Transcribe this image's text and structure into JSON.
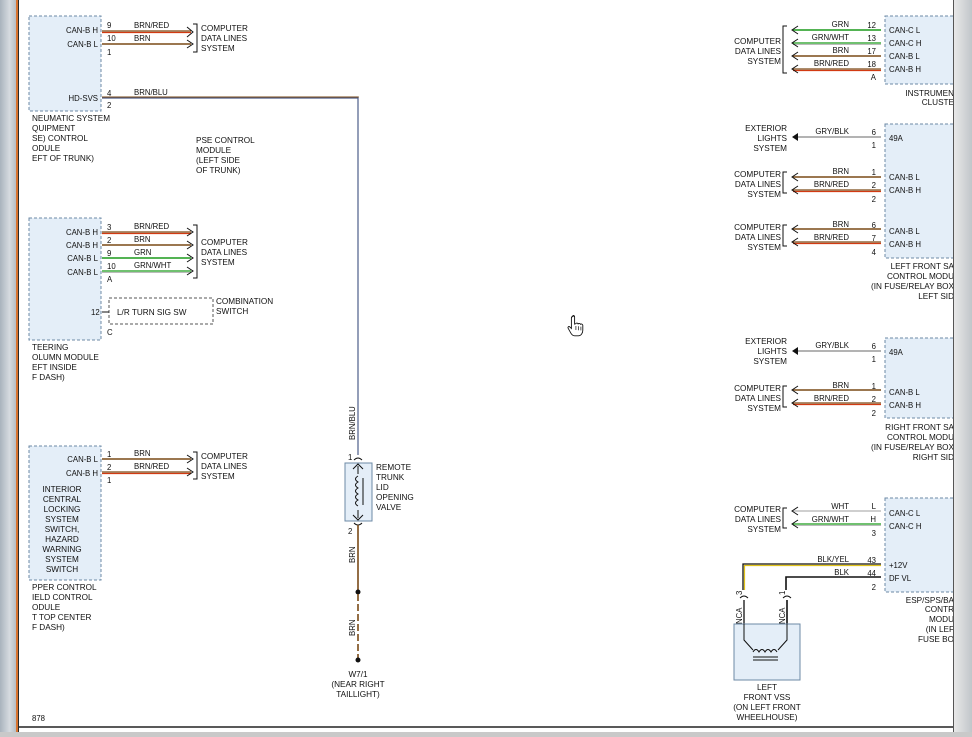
{
  "footer": {
    "page_fragment": "878"
  },
  "colors": {
    "BRN": "#7a4a17",
    "RED": "#d23a12",
    "GRN": "#1b9a1b",
    "WHT": "#d8d8d8",
    "BLU": "#4e5d8a",
    "GRY": "#9a9a9a",
    "BLK": "#111111",
    "YEL": "#e0c21a",
    "OLV": "#6a6f1c"
  },
  "left": {
    "m1": {
      "signals": [
        "CAN-B H",
        "CAN-B L",
        "HD-SVS"
      ],
      "desc": [
        "NEUMATIC SYSTEM",
        "QUIPMENT",
        "SE) CONTROL",
        "ODULE",
        "EFT OF TRUNK)"
      ],
      "wires": [
        {
          "pin": "9",
          "label": "BRN/RED"
        },
        {
          "pin": "10",
          "label": "BRN"
        },
        {
          "pin": "1",
          "label": ""
        },
        {
          "pin": "4",
          "label": "BRN/BLU"
        },
        {
          "pin": "2",
          "label": ""
        }
      ],
      "dest": [
        "COMPUTER",
        "DATA LINES",
        "SYSTEM"
      ]
    },
    "pse": [
      "PSE CONTROL",
      "MODULE",
      "(LEFT SIDE",
      "OF TRUNK)"
    ],
    "m2": {
      "signals": [
        "CAN-B H",
        "CAN-B H",
        "CAN-B L",
        "CAN-B L"
      ],
      "wires": [
        {
          "pin": "3",
          "label": "BRN/RED"
        },
        {
          "pin": "2",
          "label": "BRN"
        },
        {
          "pin": "9",
          "label": "GRN"
        },
        {
          "pin": "10",
          "label": "GRN/WHT"
        }
      ],
      "conn": "A",
      "dest": [
        "COMPUTER",
        "DATA LINES",
        "SYSTEM"
      ],
      "switch_pin": "12",
      "switch_label": "L/R TURN SIG SW",
      "switch_conn": "C",
      "switch_title": [
        "COMBINATION",
        "SWITCH"
      ],
      "desc": [
        "TEERING",
        "OLUMN MODULE",
        "EFT INSIDE",
        "F DASH)"
      ]
    },
    "m3": {
      "signals": [
        "CAN-B L",
        "CAN-B H"
      ],
      "wires": [
        {
          "pin": "1",
          "label": "BRN"
        },
        {
          "pin": "2",
          "label": "BRN/RED"
        },
        {
          "pin": "1",
          "label": ""
        }
      ],
      "dest": [
        "COMPUTER",
        "DATA LINES",
        "SYSTEM"
      ],
      "inner": [
        "INTERIOR",
        "CENTRAL",
        "LOCKING",
        "SYSTEM",
        "SWITCH,",
        "HAZARD",
        "WARNING",
        "SYSTEM",
        "SWITCH"
      ],
      "desc": [
        "PPER CONTROL",
        "IELD CONTROL",
        "ODULE",
        "T TOP CENTER",
        "F DASH)"
      ]
    }
  },
  "center": {
    "wire_vertical_label": "BRN/BLU",
    "valve_pin_top": "1",
    "valve_pin_bottom": "2",
    "valve_title": [
      "REMOTE",
      "TRUNK",
      "LID",
      "OPENING",
      "VALVE"
    ],
    "lower_wire_label": "BRN",
    "lower_wire_label2": "BRN",
    "ground_id": "W7/1",
    "ground_desc": [
      "(NEAR RIGHT",
      "TAILLIGHT)"
    ]
  },
  "right": {
    "inst": {
      "src": [
        "COMPUTER",
        "DATA LINES",
        "SYSTEM"
      ],
      "wires": [
        {
          "label": "GRN",
          "pin": "12"
        },
        {
          "label": "GRN/WHT",
          "pin": "13"
        },
        {
          "label": "BRN",
          "pin": "17"
        },
        {
          "label": "BRN/RED",
          "pin": "18"
        }
      ],
      "conn": "A",
      "signals": [
        "CAN-C L",
        "CAN-C H",
        "CAN-B L",
        "CAN-B H"
      ],
      "desc": [
        "INSTRUMEN",
        "CLUSTE"
      ]
    },
    "lfsam": {
      "ext": {
        "src": [
          "EXTERIOR",
          "LIGHTS",
          "SYSTEM"
        ],
        "label": "GRY/BLK",
        "pin": "6",
        "pin2": "1",
        "signal": "49A"
      },
      "c1": {
        "src": [
          "COMPUTER",
          "DATA LINES",
          "SYSTEM"
        ],
        "labels": [
          "BRN",
          "BRN/RED"
        ],
        "pins": [
          "1",
          "2",
          "2"
        ]
      },
      "c2": {
        "src": [
          "COMPUTER",
          "DATA LINES",
          "SYSTEM"
        ],
        "labels": [
          "BRN",
          "BRN/RED"
        ],
        "pins": [
          "6",
          "7",
          "4"
        ]
      },
      "signals": [
        "CAN-B L",
        "CAN-B H",
        "CAN-B L",
        "CAN-B H"
      ],
      "desc": [
        "LEFT FRONT SA",
        "CONTROL MODU",
        "(IN FUSE/RELAY BOX",
        "LEFT SID"
      ]
    },
    "rfsam": {
      "ext": {
        "src": [
          "EXTERIOR",
          "LIGHTS",
          "SYSTEM"
        ],
        "label": "GRY/BLK",
        "pin": "6",
        "pin2": "1",
        "signal": "49A"
      },
      "c1": {
        "src": [
          "COMPUTER",
          "DATA LINES",
          "SYSTEM"
        ],
        "labels": [
          "BRN",
          "BRN/RED"
        ],
        "pins": [
          "1",
          "2",
          "2"
        ]
      },
      "signals": [
        "CAN-B L",
        "CAN-B H"
      ],
      "desc": [
        "RIGHT FRONT SA",
        "CONTROL MODU",
        "(IN FUSE/RELAY BOX",
        "RIGHT SID"
      ]
    },
    "esp": {
      "c1": {
        "src": [
          "COMPUTER",
          "DATA LINES",
          "SYSTEM"
        ],
        "labels": [
          "WHT",
          "GRN/WHT"
        ],
        "pins": [
          "L",
          "H",
          "3"
        ]
      },
      "power": [
        {
          "label": "BLK/YEL",
          "pin": "43"
        },
        {
          "label": "BLK",
          "pin": "44"
        }
      ],
      "conn": "2",
      "signals": [
        "CAN-C L",
        "CAN-C H",
        "+12V",
        "DF VL"
      ],
      "desc": [
        "ESP/SPS/BA",
        "CONTR",
        "MODU",
        "(IN LEF",
        "FUSE BO"
      ]
    },
    "vss": {
      "pins": [
        "3",
        "1"
      ],
      "wire_labels": [
        "NCA",
        "NCA"
      ],
      "title": [
        "LEFT",
        "FRONT VSS",
        "(ON LEFT FRONT",
        "WHEELHOUSE)"
      ]
    }
  }
}
